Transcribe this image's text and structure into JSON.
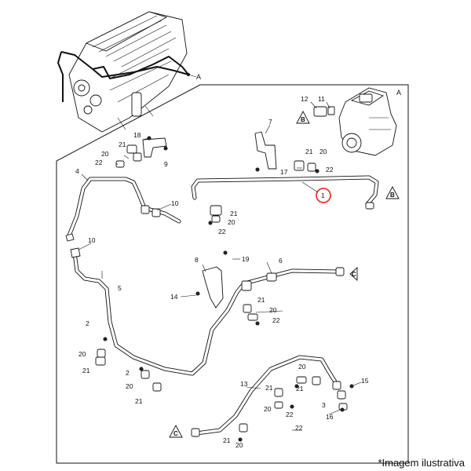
{
  "diagram": {
    "caption": "*Imagem ilustrativa",
    "highlighted_label": "1",
    "view_reference_letters": [
      "A",
      "B",
      "C"
    ],
    "part_labels": [
      "1",
      "2",
      "3",
      "4",
      "5",
      "6",
      "7",
      "8",
      "9",
      "10",
      "11",
      "12",
      "13",
      "14",
      "15",
      "16",
      "17",
      "18",
      "19",
      "20",
      "21",
      "22"
    ]
  }
}
